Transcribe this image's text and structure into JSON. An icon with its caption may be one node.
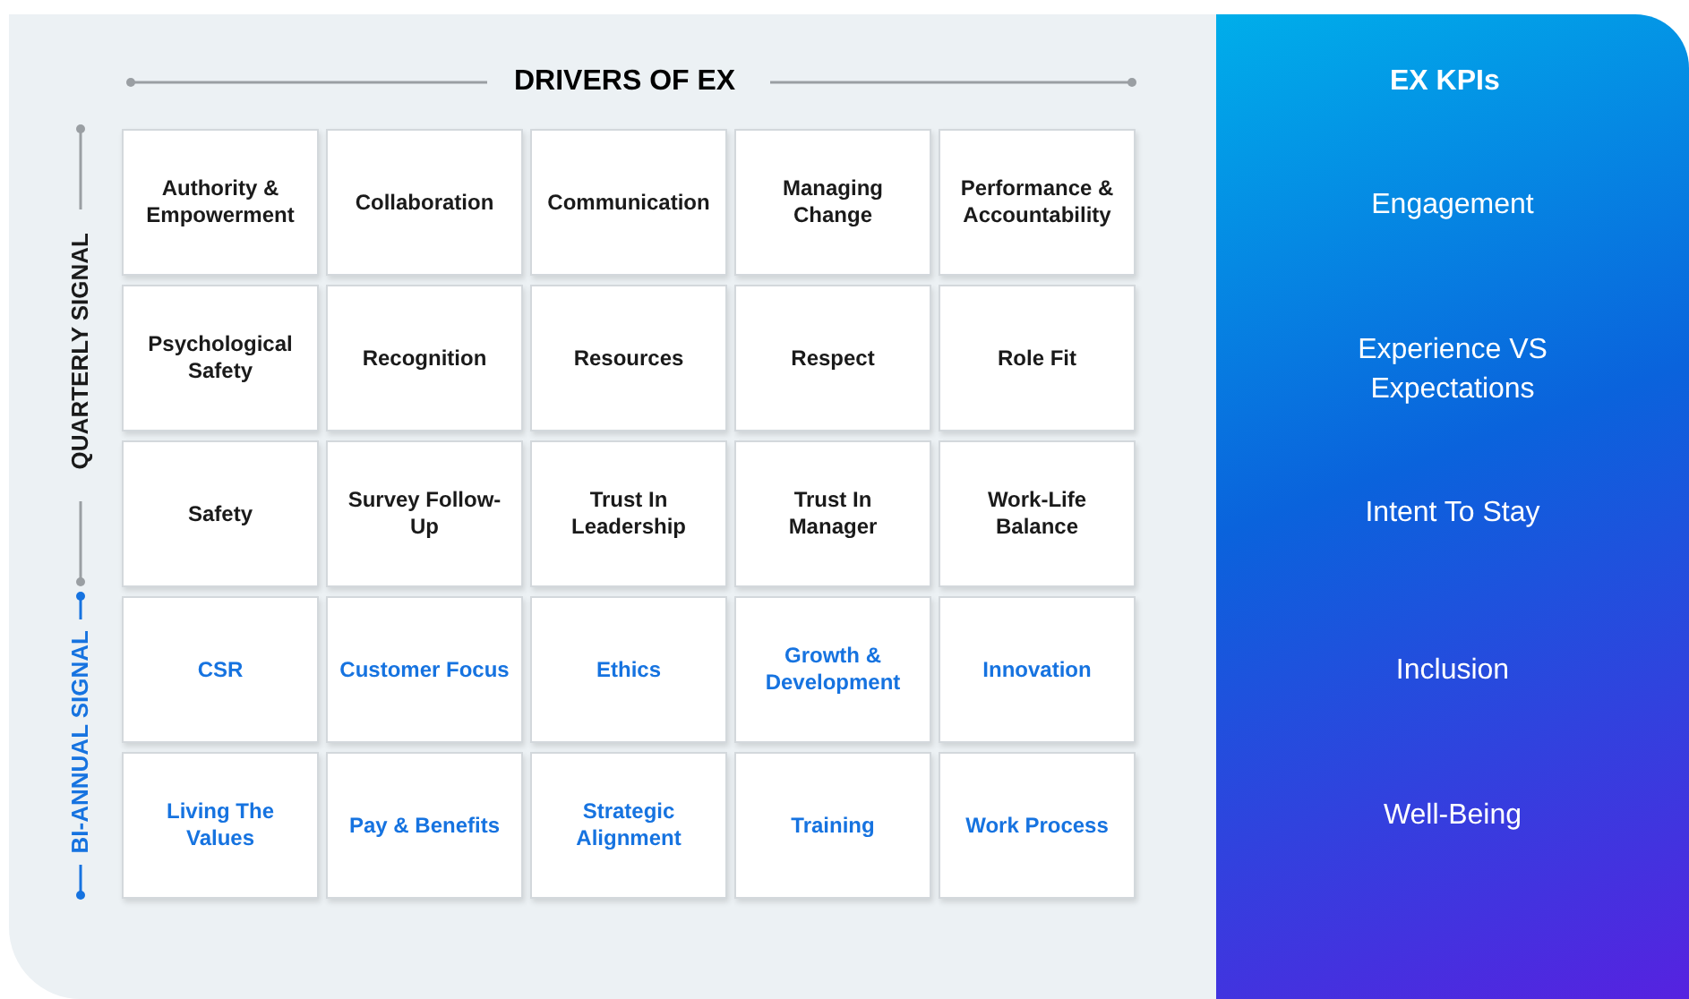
{
  "diagram": {
    "nodes": [
      {
        "text": [
          "DRIVERS OF EX"
        ]
      },
      {
        "text": [
          "Authority & Empowerment"
        ],
        "in": 0
      },
      {
        "text": [
          "Collaboration"
        ],
        "in": 0
      },
      {
        "text": [
          "Communication"
        ],
        "in": 0
      },
      {
        "text": [
          "Managing Change"
        ],
        "in": 0
      },
      {
        "text": [
          "Performance & Accountability"
        ],
        "in": 0
      },
      {
        "text": [
          "Psychological Safety"
        ],
        "in": 0
      },
      {
        "text": [
          "Recognition"
        ],
        "in": 0
      },
      {
        "text": [
          "Resources"
        ],
        "in": 0
      },
      {
        "text": [
          "Respect"
        ],
        "in": 0
      },
      {
        "text": [
          "Role Fit"
        ],
        "in": 0
      },
      {
        "text": [
          "Safety"
        ],
        "in": 0
      },
      {
        "text": [
          "Survey Follow-Up"
        ],
        "in": 0
      },
      {
        "text": [
          "Trust In Leadership"
        ],
        "in": 0
      },
      {
        "text": [
          "Trust In Manager"
        ],
        "in": 0
      },
      {
        "text": [
          "Work-Life Balance"
        ],
        "in": 0
      },
      {
        "text": [
          "CSR"
        ],
        "in": 0
      },
      {
        "text": [
          "Customer Focus"
        ],
        "in": 0
      },
      {
        "text": [
          "Ethics"
        ],
        "in": 0
      },
      {
        "text": [
          "Growth & Development"
        ],
        "in": 0
      },
      {
        "text": [
          "Innovation"
        ],
        "in": 0
      },
      {
        "text": [
          "Living The Values"
        ],
        "in": 0
      },
      {
        "text": [
          "Pay & Benefits"
        ],
        "in": 0
      },
      {
        "text": [
          "Strategic Alignment"
        ],
        "in": 0
      },
      {
        "text": [
          "Training"
        ],
        "in": 0
      },
      {
        "text": [
          "Work Process"
        ],
        "in": 0
      },
      {
        "text": [
          "EX KPIs",
          "Engagement",
          "Experience VS Expectations",
          "Intent To Stay",
          "Inclusion",
          "Well-Being"
        ]
      }
    ],
    "edges": [],
    "labels": [
      "QUARTERLY SIGNAL",
      "BI-ANNUAL SIGNAL"
    ]
  }
}
